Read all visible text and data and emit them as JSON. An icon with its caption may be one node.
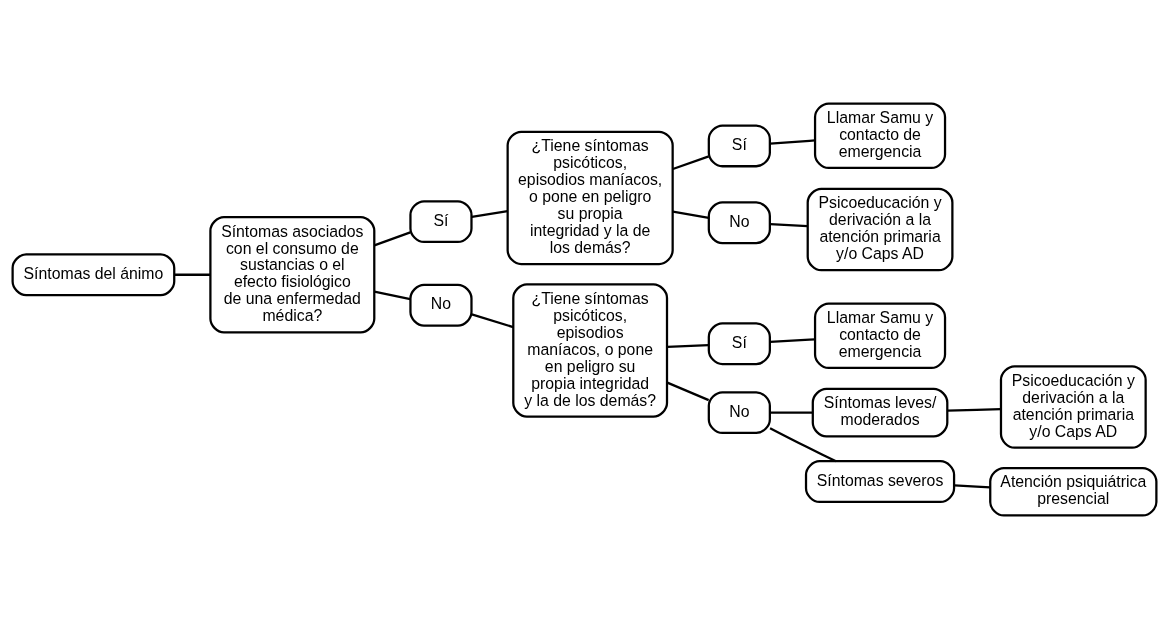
{
  "diagram": {
    "nodes": [
      {
        "text": [
          "Síntomas del ánimo"
        ]
      },
      {
        "text": [
          "Síntomas asociados con el consumo de sustancias o el efecto fisiológico de una enfermedad médica?"
        ]
      },
      {
        "text": [
          "Sí"
        ]
      },
      {
        "text": [
          "No"
        ]
      },
      {
        "text": [
          "¿Tiene síntomas psicóticos, episodios maníacos, o pone en peligro su propia integridad y la de los demás?"
        ]
      },
      {
        "text": [
          "¿Tiene síntomas psicóticos, episodios maníacos, o pone en peligro su propia integridad y la de los demás?"
        ]
      },
      {
        "text": [
          "Sí"
        ]
      },
      {
        "text": [
          "No"
        ]
      },
      {
        "text": [
          "Sí"
        ]
      },
      {
        "text": [
          "No"
        ]
      },
      {
        "text": [
          "Llamar Samu y contacto de emergencia"
        ]
      },
      {
        "text": [
          "Psicoeducación y derivación a la atención primaria y/o Caps AD"
        ]
      },
      {
        "text": [
          "Llamar Samu y contacto de emergencia"
        ]
      },
      {
        "text": [
          "Síntomas leves/ moderados"
        ]
      },
      {
        "text": [
          "Síntomas severos"
        ]
      },
      {
        "text": [
          "Psicoeducación y derivación a la atención primaria y/o Caps AD"
        ]
      },
      {
        "text": [
          "Atención psiquiátrica presencial"
        ]
      }
    ],
    "edges": [
      {
        "from": 0,
        "to": 1,
        "arrow": "none"
      },
      {
        "from": 1,
        "to": 2,
        "arrow": "none"
      },
      {
        "from": 2,
        "to": 4,
        "arrow": "none"
      },
      {
        "from": 4,
        "to": 6,
        "arrow": "none"
      },
      {
        "from": 6,
        "to": 10,
        "arrow": "none"
      },
      {
        "from": 4,
        "to": 7,
        "arrow": "none"
      },
      {
        "from": 7,
        "to": 11,
        "arrow": "none"
      },
      {
        "from": 1,
        "to": 3,
        "arrow": "none"
      },
      {
        "from": 3,
        "to": 5,
        "arrow": "none"
      },
      {
        "from": 5,
        "to": 8,
        "arrow": "none"
      },
      {
        "from": 8,
        "to": 12,
        "arrow": "none"
      },
      {
        "from": 5,
        "to": 9,
        "arrow": "none"
      },
      {
        "from": 9,
        "to": 13,
        "arrow": "none"
      },
      {
        "from": 13,
        "to": 15,
        "arrow": "none"
      },
      {
        "from": 9,
        "to": 14,
        "arrow": "none"
      },
      {
        "from": 14,
        "to": 16,
        "arrow": "none"
      }
    ]
  }
}
